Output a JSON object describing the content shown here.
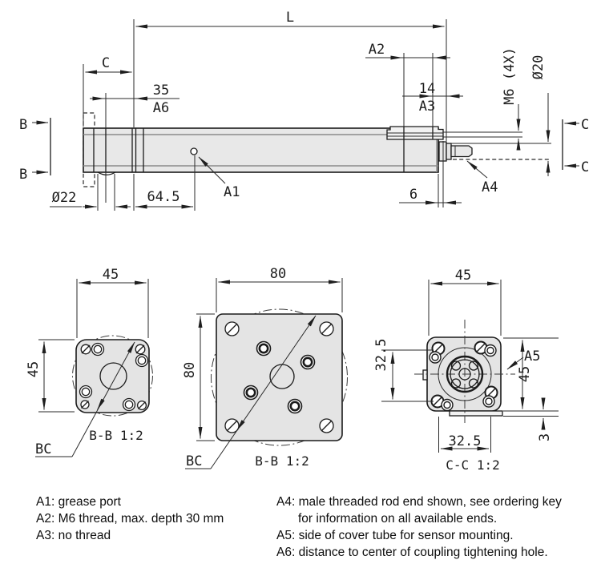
{
  "drawing": {
    "side_view": {
      "dim_overall": "L",
      "dim_front": "C",
      "dim_coupling": "35",
      "ref_coupling": "A6",
      "ref_thread": "A2",
      "dim_nothread": "14",
      "ref_nothread": "A3",
      "dim_sensor_thread": "M6 (4X)",
      "dim_rod_dia": "Ø20",
      "dim_coupling_hole_dia": "Ø22",
      "dim_grease_port": "64.5",
      "dim_overhang": "6",
      "ref_grease": "A1",
      "ref_rod_end": "A4",
      "section_b": "B",
      "section_c": "C"
    },
    "section_bb_small": {
      "dim_width": "45",
      "dim_height": "45",
      "bolt_circle": "BC",
      "title": "B-B 1:2"
    },
    "section_bb_large": {
      "dim_width": "80",
      "dim_height": "80",
      "bolt_circle": "BC",
      "title": "B-B 1:2"
    },
    "section_cc": {
      "dim_width": "45",
      "dim_spacing_v": "32.5",
      "dim_height": "45",
      "dim_spacing_h": "32.5",
      "dim_rail_offset": "3",
      "ref_sensor_side": "A5",
      "title": "C-C 1:2"
    },
    "notes_left": [
      "A1: grease port",
      "A2: M6 thread, max. depth 30 mm",
      "A3: no thread"
    ],
    "notes_right": [
      "A4: male threaded rod end shown, see ordering key",
      "for information on all available ends.",
      "A5: side of cover tube for sensor mounting.",
      "A6: distance to center of coupling tightening hole."
    ]
  },
  "colors": {
    "line": "#1b1b1b",
    "tube_fill": "#e8e8e8",
    "plate_fill": "#e4e4e4"
  }
}
